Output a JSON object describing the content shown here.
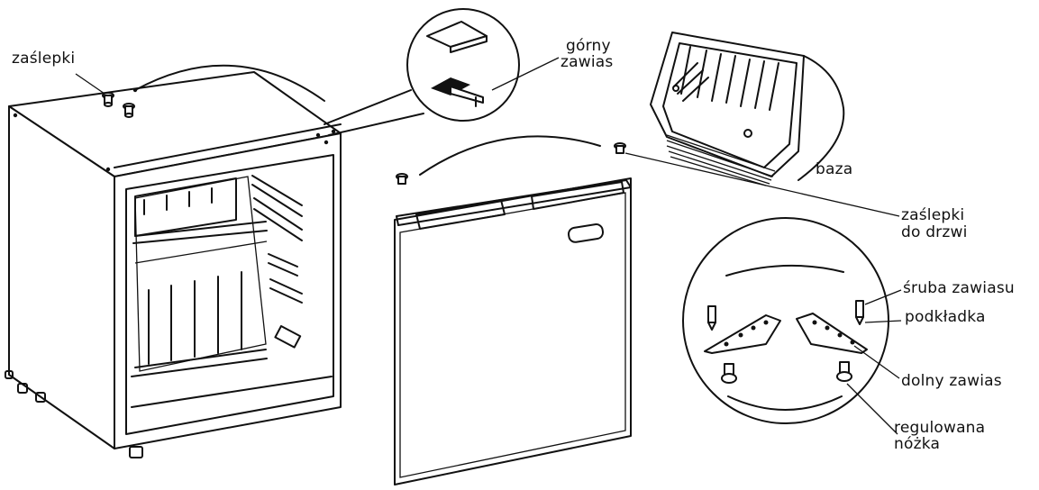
{
  "labels": {
    "zaslepki_top": "zaślepki",
    "gorny_zawias_line1": "górny",
    "gorny_zawias_line2": "zawias",
    "baza": "baza",
    "zaslepki_drzwi_line1": "zaślepki",
    "zaslepki_drzwi_line2": "do drzwi",
    "sruba_zawiasu": "śruba zawiasu",
    "podkladka": "podkładka",
    "dolny_zawias": "dolny zawias",
    "regulowana_line1": "regulowana",
    "regulowana_line2": "nóżka"
  },
  "colors": {
    "line": "#111111",
    "background": "#ffffff"
  }
}
